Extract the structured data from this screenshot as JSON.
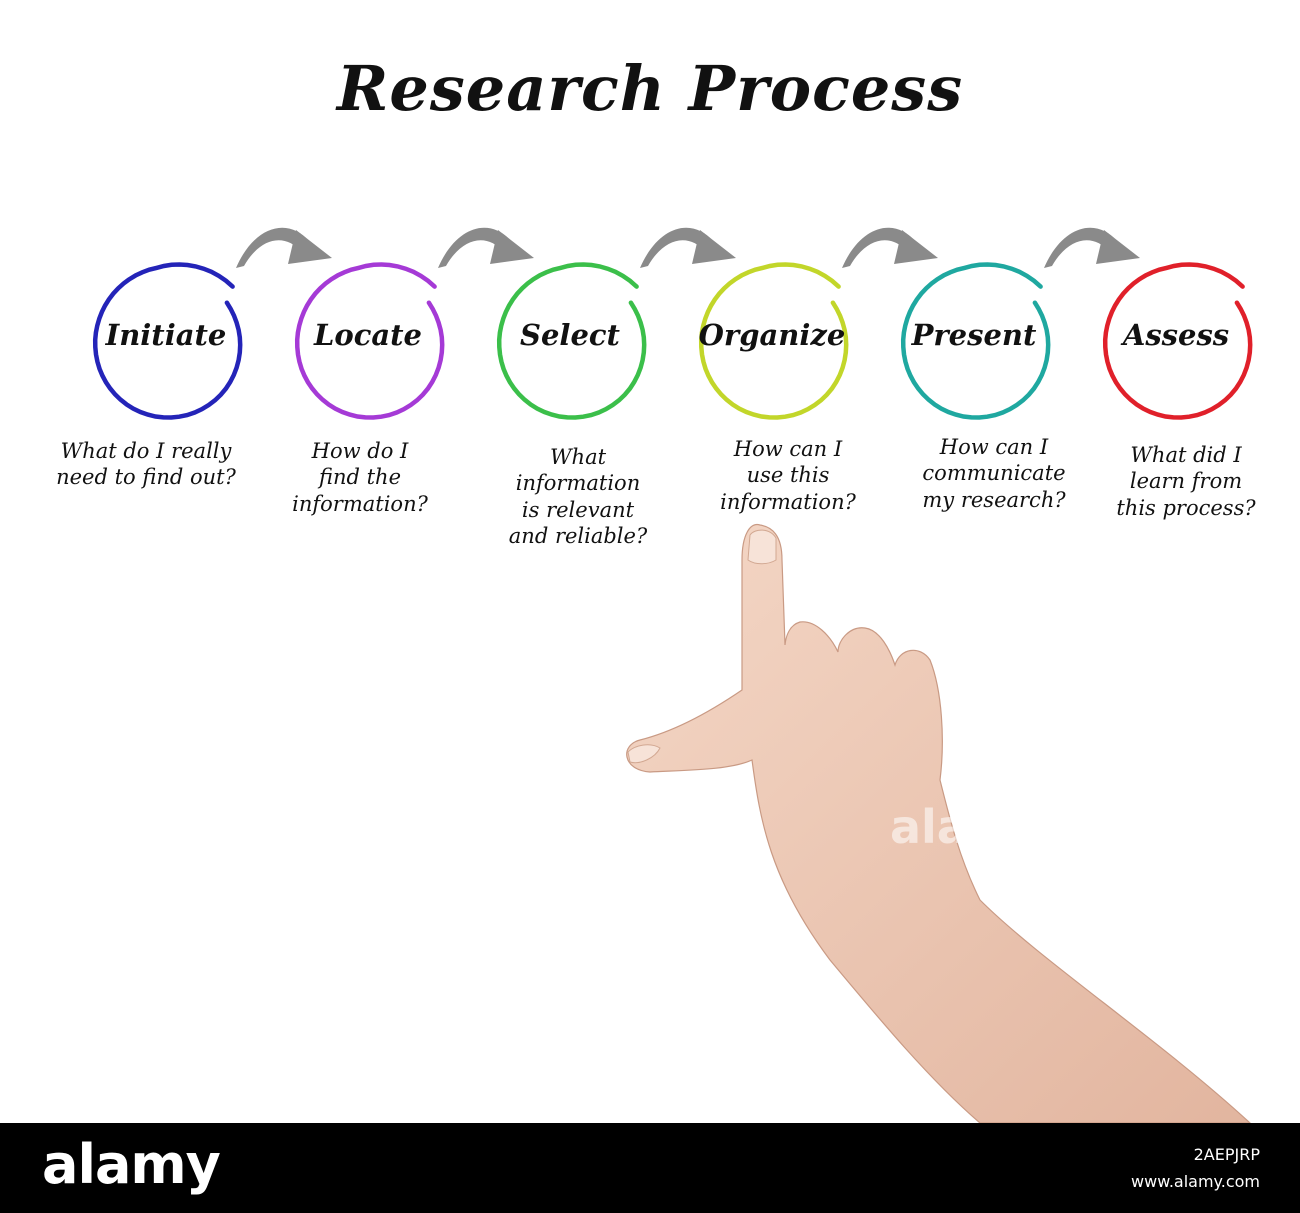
{
  "title": "Research Process",
  "steps": [
    {
      "label": "Initiate",
      "question": [
        "What do I really",
        "need to find out?"
      ],
      "color": "#2424b8"
    },
    {
      "label": "Locate",
      "question": [
        "How do I",
        "find the",
        "information?"
      ],
      "color": "#a53ad6"
    },
    {
      "label": "Select",
      "question": [
        "What",
        "information",
        "is relevant",
        "and reliable?"
      ],
      "color": "#3bbf4a"
    },
    {
      "label": "Organize",
      "question": [
        "How can I",
        "use this",
        "information?"
      ],
      "color": "#c2d62a"
    },
    {
      "label": "Present",
      "question": [
        "How can I",
        "communicate",
        "my research?"
      ],
      "color": "#1fa8a0"
    },
    {
      "label": "Assess",
      "question": [
        "What did I",
        "learn from",
        "this process?"
      ],
      "color": "#e0202a"
    }
  ],
  "arrow_color": "#8a8a8a",
  "watermark": "alamy",
  "footer": {
    "logo": "alamy",
    "image_id": "2AEPJRP",
    "url": "www.alamy.com"
  }
}
